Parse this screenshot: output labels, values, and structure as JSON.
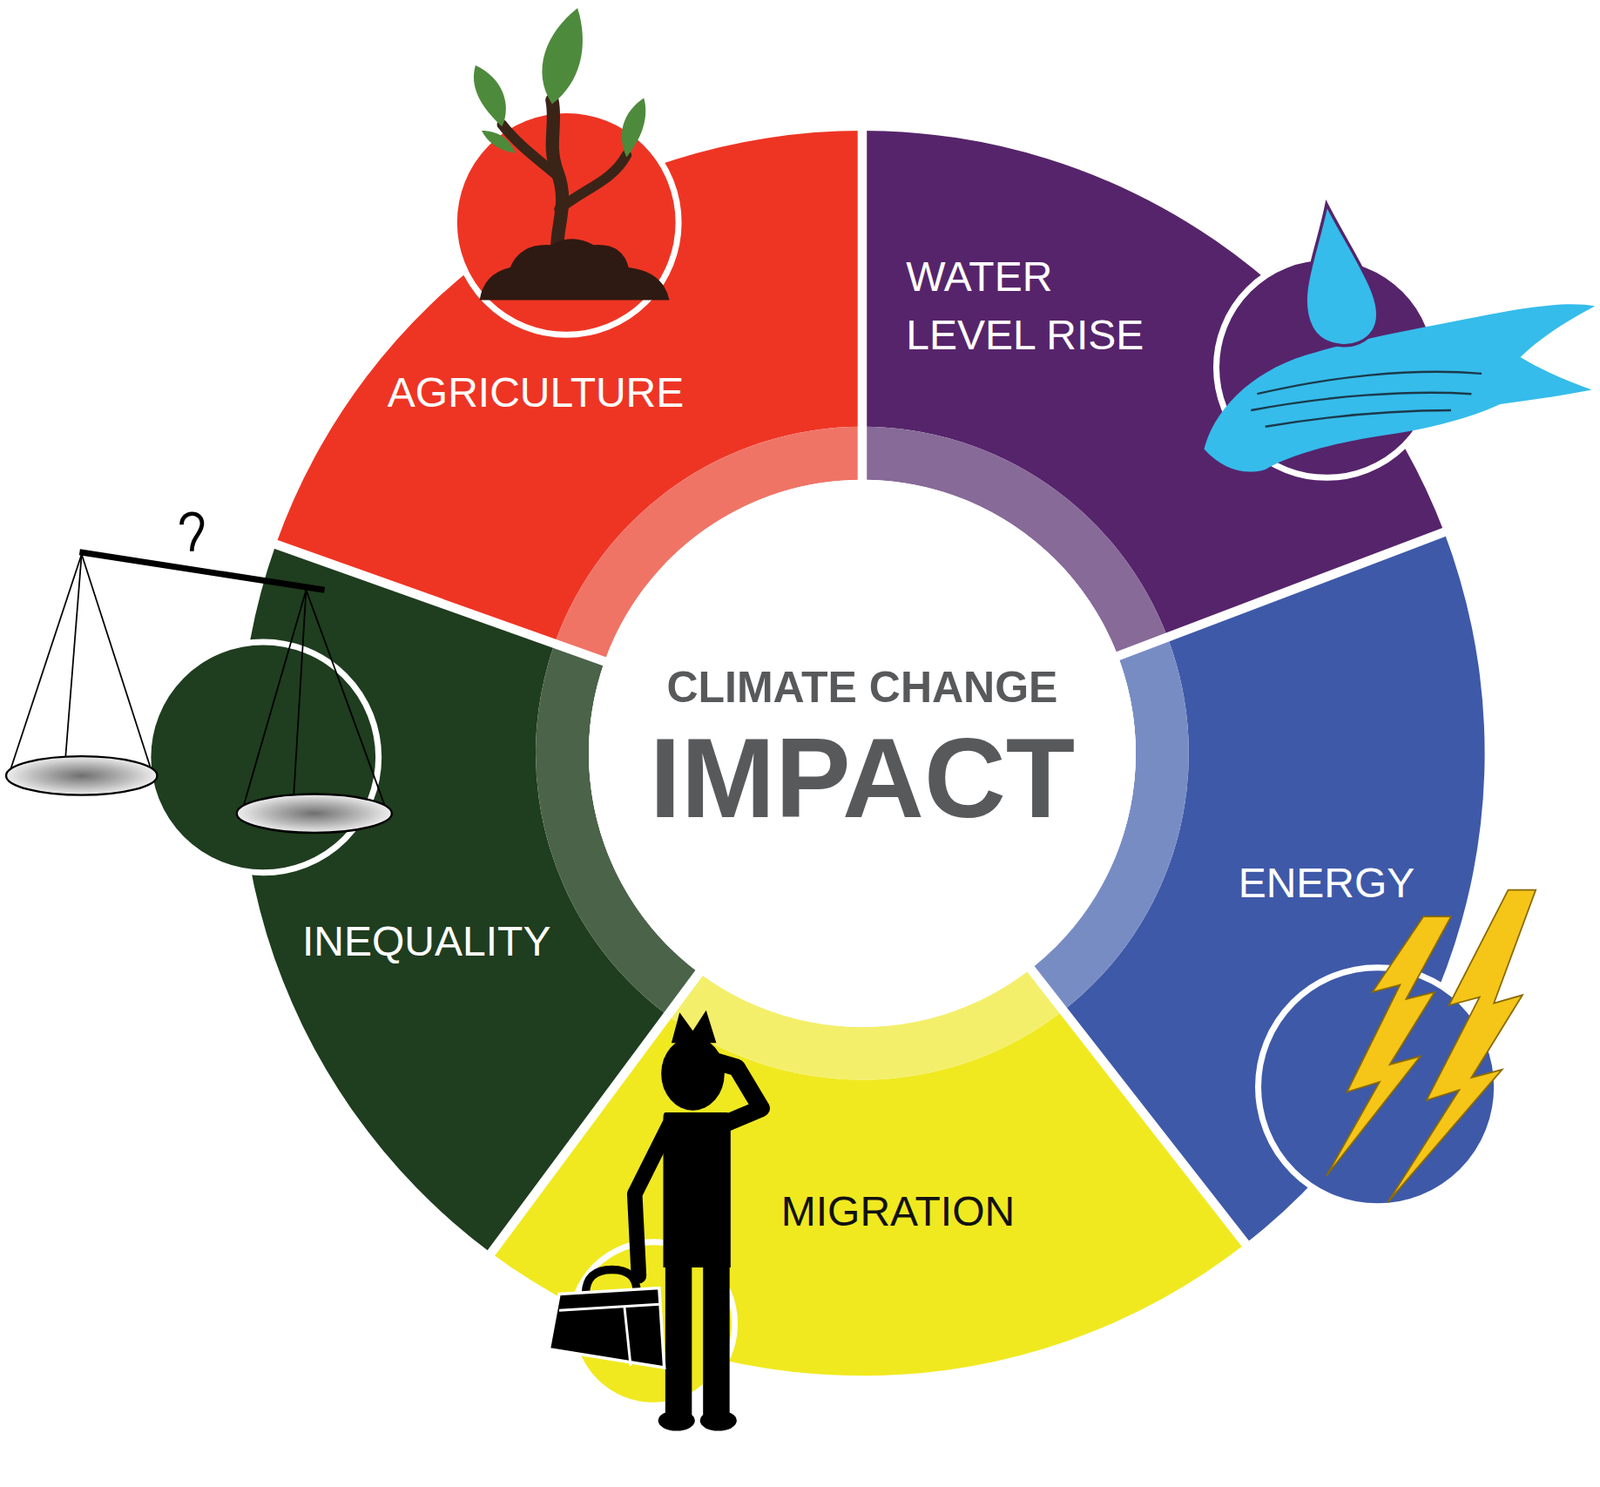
{
  "diagram": {
    "nodes": [
      {
        "text": [
          "CLIMATE CHANGE",
          "IMPACT"
        ]
      },
      {
        "text": [
          "AGRICULTURE"
        ]
      },
      {
        "text": [
          "WATER LEVEL RISE"
        ]
      },
      {
        "text": [
          "ENERGY"
        ]
      },
      {
        "text": [
          "MIGRATION"
        ]
      },
      {
        "text": [
          "INEQUALITY"
        ]
      }
    ]
  }
}
